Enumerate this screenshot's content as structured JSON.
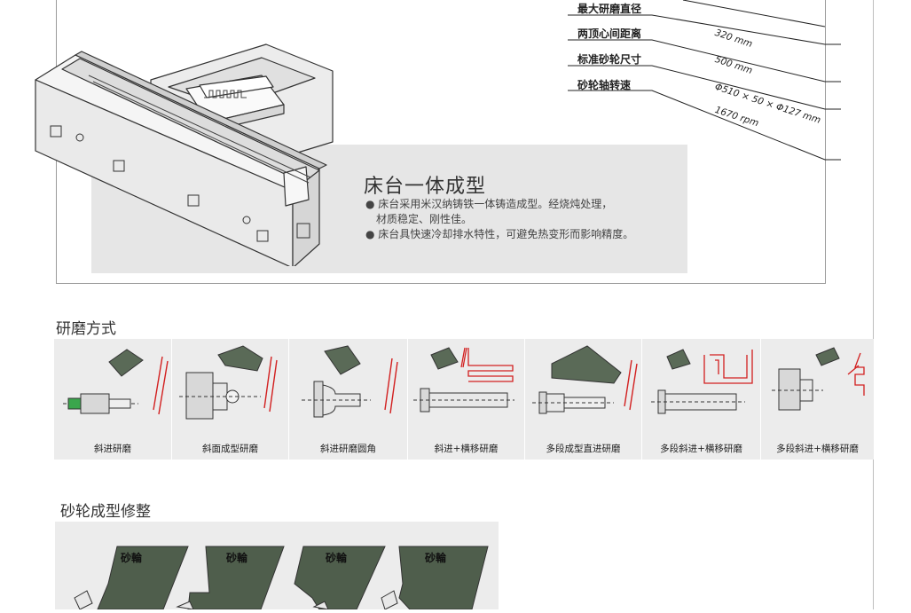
{
  "feature": {
    "title": "床台一体成型",
    "bullet1_line1": "● 床台采用米汉纳铸铁一体铸造成型。经烧炖处理，",
    "bullet1_line2": "材质稳定、刚性佳。",
    "bullet2": "● 床台具快速冷却排水特性，可避免热变形而影响精度。"
  },
  "specs": {
    "labels": [
      "最大研磨直径",
      "两顶心间距离",
      "标准砂轮尺寸",
      "砂轮轴转速"
    ],
    "values": [
      "320 mm",
      "500 mm",
      "Φ510 × 50 × Φ127 mm",
      "1670 rpm"
    ]
  },
  "grinding": {
    "title": "研磨方式",
    "methods": [
      "斜进研磨",
      "斜面成型研磨",
      "斜进研磨圆角",
      "斜进+横移研磨",
      "多段成型直进研磨",
      "多段斜进+横移研磨",
      "多段斜进+横移研磨"
    ]
  },
  "dressing": {
    "title": "砂轮成型修整",
    "wheel_tag": "砂輪"
  },
  "colors": {
    "grey_panel": "#e6e6e6",
    "wheel": "#4f5e4c",
    "arrow_red": "#d21f1f",
    "outline": "#333333"
  }
}
